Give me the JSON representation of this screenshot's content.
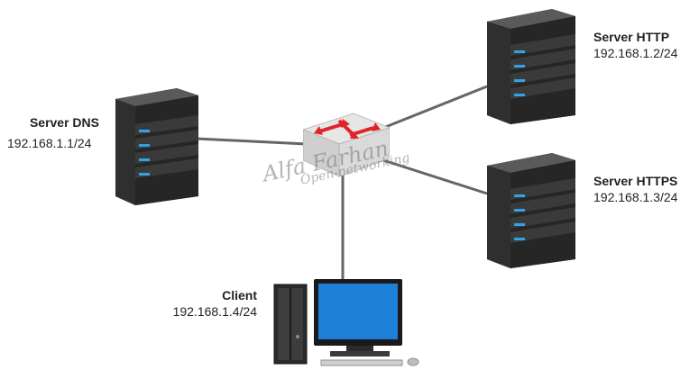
{
  "nodes": {
    "dns": {
      "name": "Server DNS",
      "ip": "192.168.1.1/24"
    },
    "http": {
      "name": "Server HTTP",
      "ip": "192.168.1.2/24"
    },
    "https": {
      "name": "Server HTTPS",
      "ip": "192.168.1.3/24"
    },
    "client": {
      "name": "Client",
      "ip": "192.168.1.4/24"
    }
  },
  "icons": {
    "dns": "server-tower-icon",
    "http": "server-tower-icon",
    "https": "server-tower-icon",
    "switch": "network-switch-icon",
    "client": "desktop-computer-icon"
  },
  "watermark": {
    "line1": "Alfa Farhan",
    "line2": "Open-networking"
  },
  "colors": {
    "link": "#666666",
    "server_body": "#2c2c2c",
    "server_led": "#2fa3e6",
    "switch_arrow": "#e0242a",
    "monitor_screen": "#1d7fd6"
  }
}
